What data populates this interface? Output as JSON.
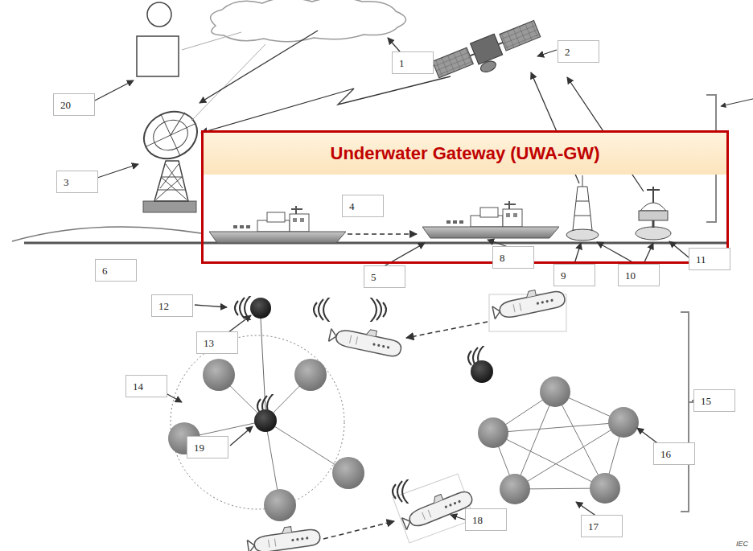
{
  "diagram": {
    "nodes": [
      {
        "text": [
          "Underwater Gateway (UWA-GW)"
        ]
      }
    ],
    "labels": [
      "1",
      "2",
      "20",
      "3",
      "4",
      "6",
      "5",
      "8",
      "9",
      "10",
      "11",
      "12",
      "13",
      "14",
      "19",
      "15",
      "16",
      "18",
      "17",
      "IEC"
    ]
  }
}
